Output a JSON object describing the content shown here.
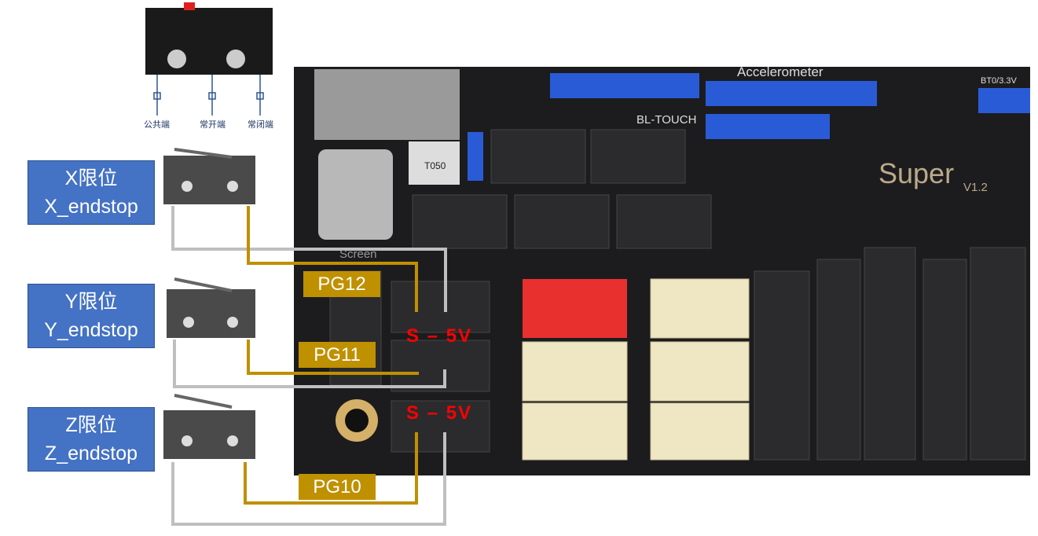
{
  "switch_diagram": {
    "pins": [
      "公共端",
      "常开端",
      "常闭端"
    ]
  },
  "labels": [
    {
      "cn": "X限位",
      "en": "X_endstop"
    },
    {
      "cn": "Y限位",
      "en": "Y_endstop"
    },
    {
      "cn": "Z限位",
      "en": "Z_endstop"
    }
  ],
  "pins": [
    "PG12",
    "PG11",
    "PG10"
  ],
  "connector_marking": "S  –  5V",
  "board": {
    "accelerometer": "Accelerometer",
    "bltouch": "BL-TOUCH",
    "boot": "BT0/3.3V",
    "brand": "Super",
    "version": "V1.2",
    "screen": "Screen",
    "fuse": "T050"
  },
  "colors": {
    "signal_wire": "#bf9000",
    "ground_wire": "#bfbfbf",
    "label_bg": "#4472c4"
  }
}
